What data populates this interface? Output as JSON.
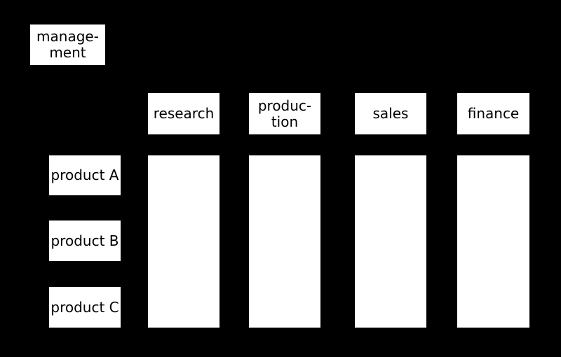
{
  "colors": {
    "background": "#000000",
    "box_fill": "#ffffff",
    "text": "#000000"
  },
  "management": {
    "label": "manage-\nment"
  },
  "departments": [
    {
      "label": "research"
    },
    {
      "label": "produc-\ntion"
    },
    {
      "label": "sales"
    },
    {
      "label": "finance"
    }
  ],
  "products": [
    {
      "label": "product A"
    },
    {
      "label": "product B"
    },
    {
      "label": "product C"
    }
  ]
}
